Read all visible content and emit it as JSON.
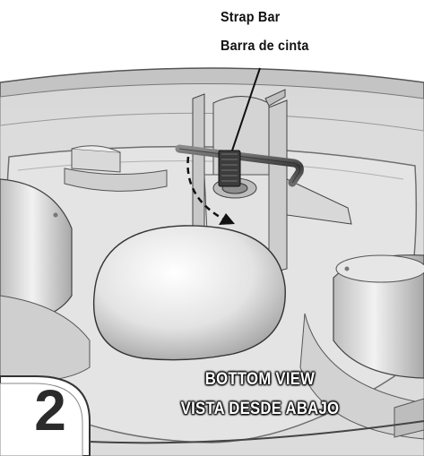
{
  "callout": {
    "label_en": "Strap Bar",
    "label_es": "Barra de cinta"
  },
  "caption": {
    "line_en": "BOTTOM VIEW",
    "line_es": "VISTA DESDE ABAJO"
  },
  "step": {
    "number": "2"
  },
  "colors": {
    "shell_light": "#e6e6e6",
    "shell_mid": "#c9c9c9",
    "shell_dark": "#8f8f8f",
    "strap": "#3a3a3a",
    "caption_text": "#ffffff"
  }
}
